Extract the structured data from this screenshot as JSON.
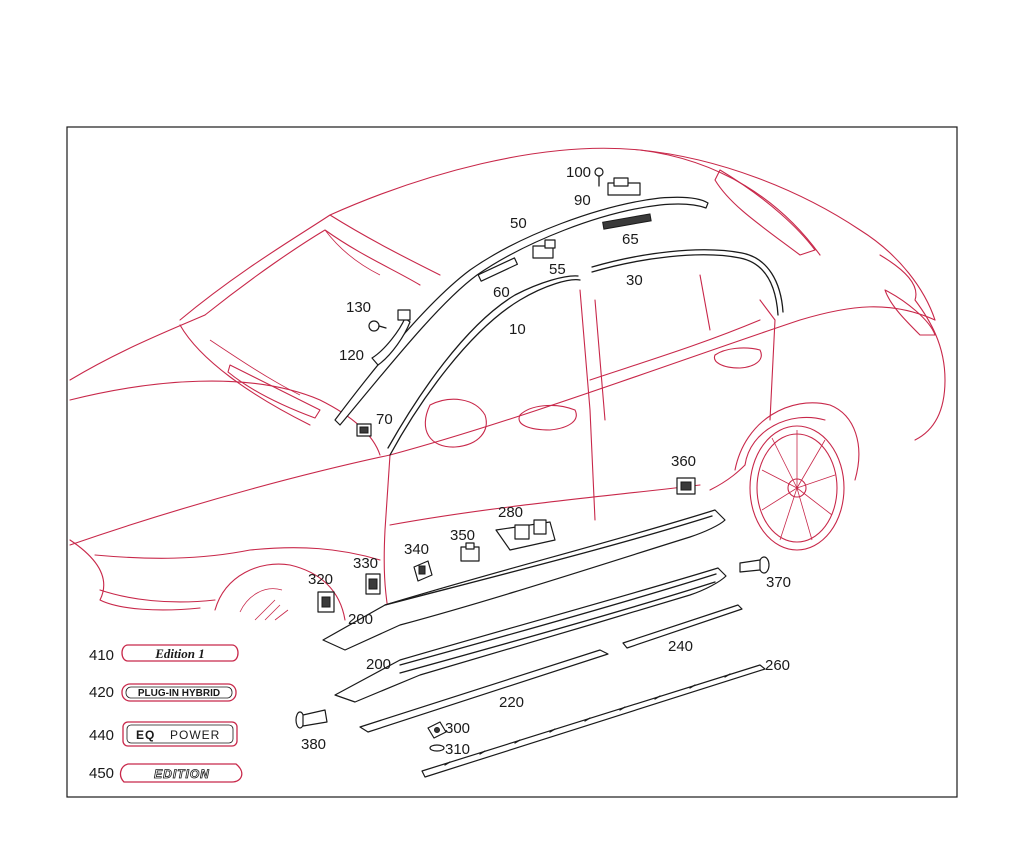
{
  "callouts": {
    "c10": "10",
    "c30": "30",
    "c50": "50",
    "c55": "55",
    "c60": "60",
    "c65": "65",
    "c70": "70",
    "c90": "90",
    "c100": "100",
    "c120": "120",
    "c130": "130",
    "c200a": "200",
    "c200b": "200",
    "c220": "220",
    "c240": "240",
    "c260": "260",
    "c280": "280",
    "c300": "300",
    "c310": "310",
    "c320": "320",
    "c330": "330",
    "c340": "340",
    "c350": "350",
    "c360": "360",
    "c370": "370",
    "c380": "380",
    "c410": "410",
    "c420": "420",
    "c440": "440",
    "c450": "450"
  },
  "badges": {
    "b410": "Edition 1",
    "b420": "PLUG-IN HYBRID",
    "b440_eq": "EQ",
    "b440_power": "POWER",
    "b450": "EDITION"
  },
  "colors": {
    "outline": "#c8284a",
    "parts": "#1a1a1a",
    "frame": "#1a1a1a"
  }
}
